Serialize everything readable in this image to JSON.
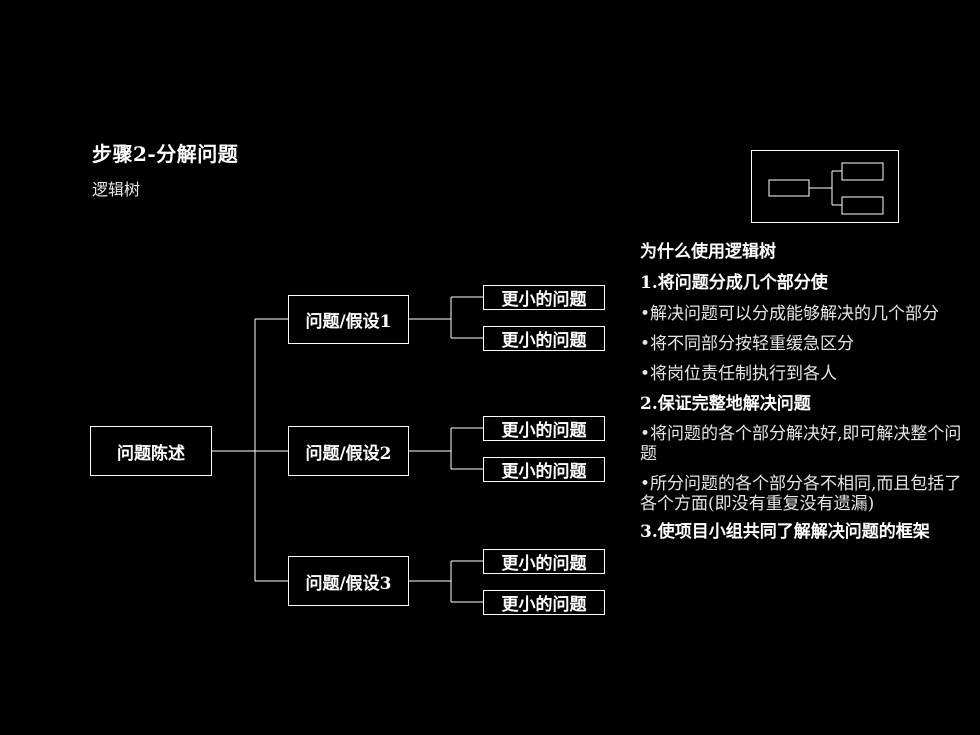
{
  "title": "步骤2-分解问题",
  "subtitle": "逻辑树",
  "tree": {
    "root": "问题陈述",
    "branches": [
      {
        "label": "问题/假设1",
        "children": [
          "更小的问题",
          "更小的问题"
        ]
      },
      {
        "label": "问题/假设2",
        "children": [
          "更小的问题",
          "更小的问题"
        ]
      },
      {
        "label": "问题/假设3",
        "children": [
          "更小的问题",
          "更小的问题"
        ]
      }
    ]
  },
  "panel": {
    "heading": "为什么使用逻辑树",
    "items": [
      {
        "kind": "h",
        "text": "1.将问题分成几个部分使"
      },
      {
        "kind": "b",
        "text": "•解决问题可以分成能够解决的几个部分"
      },
      {
        "kind": "b",
        "text": "•将不同部分按轻重缓急区分"
      },
      {
        "kind": "b",
        "text": "•将岗位责任制执行到各人"
      },
      {
        "kind": "h",
        "text": "2.保证完整地解决问题"
      },
      {
        "kind": "b",
        "text": "•将问题的各个部分解决好,即可解决整个问题"
      },
      {
        "kind": "b",
        "text": "•所分问题的各个部分各不相同,而且包括了各个方面(即没有重复没有遗漏)"
      },
      {
        "kind": "h",
        "text": "3.使项目小组共同了解解决问题的框架"
      }
    ]
  },
  "icon": "logic-tree-icon"
}
